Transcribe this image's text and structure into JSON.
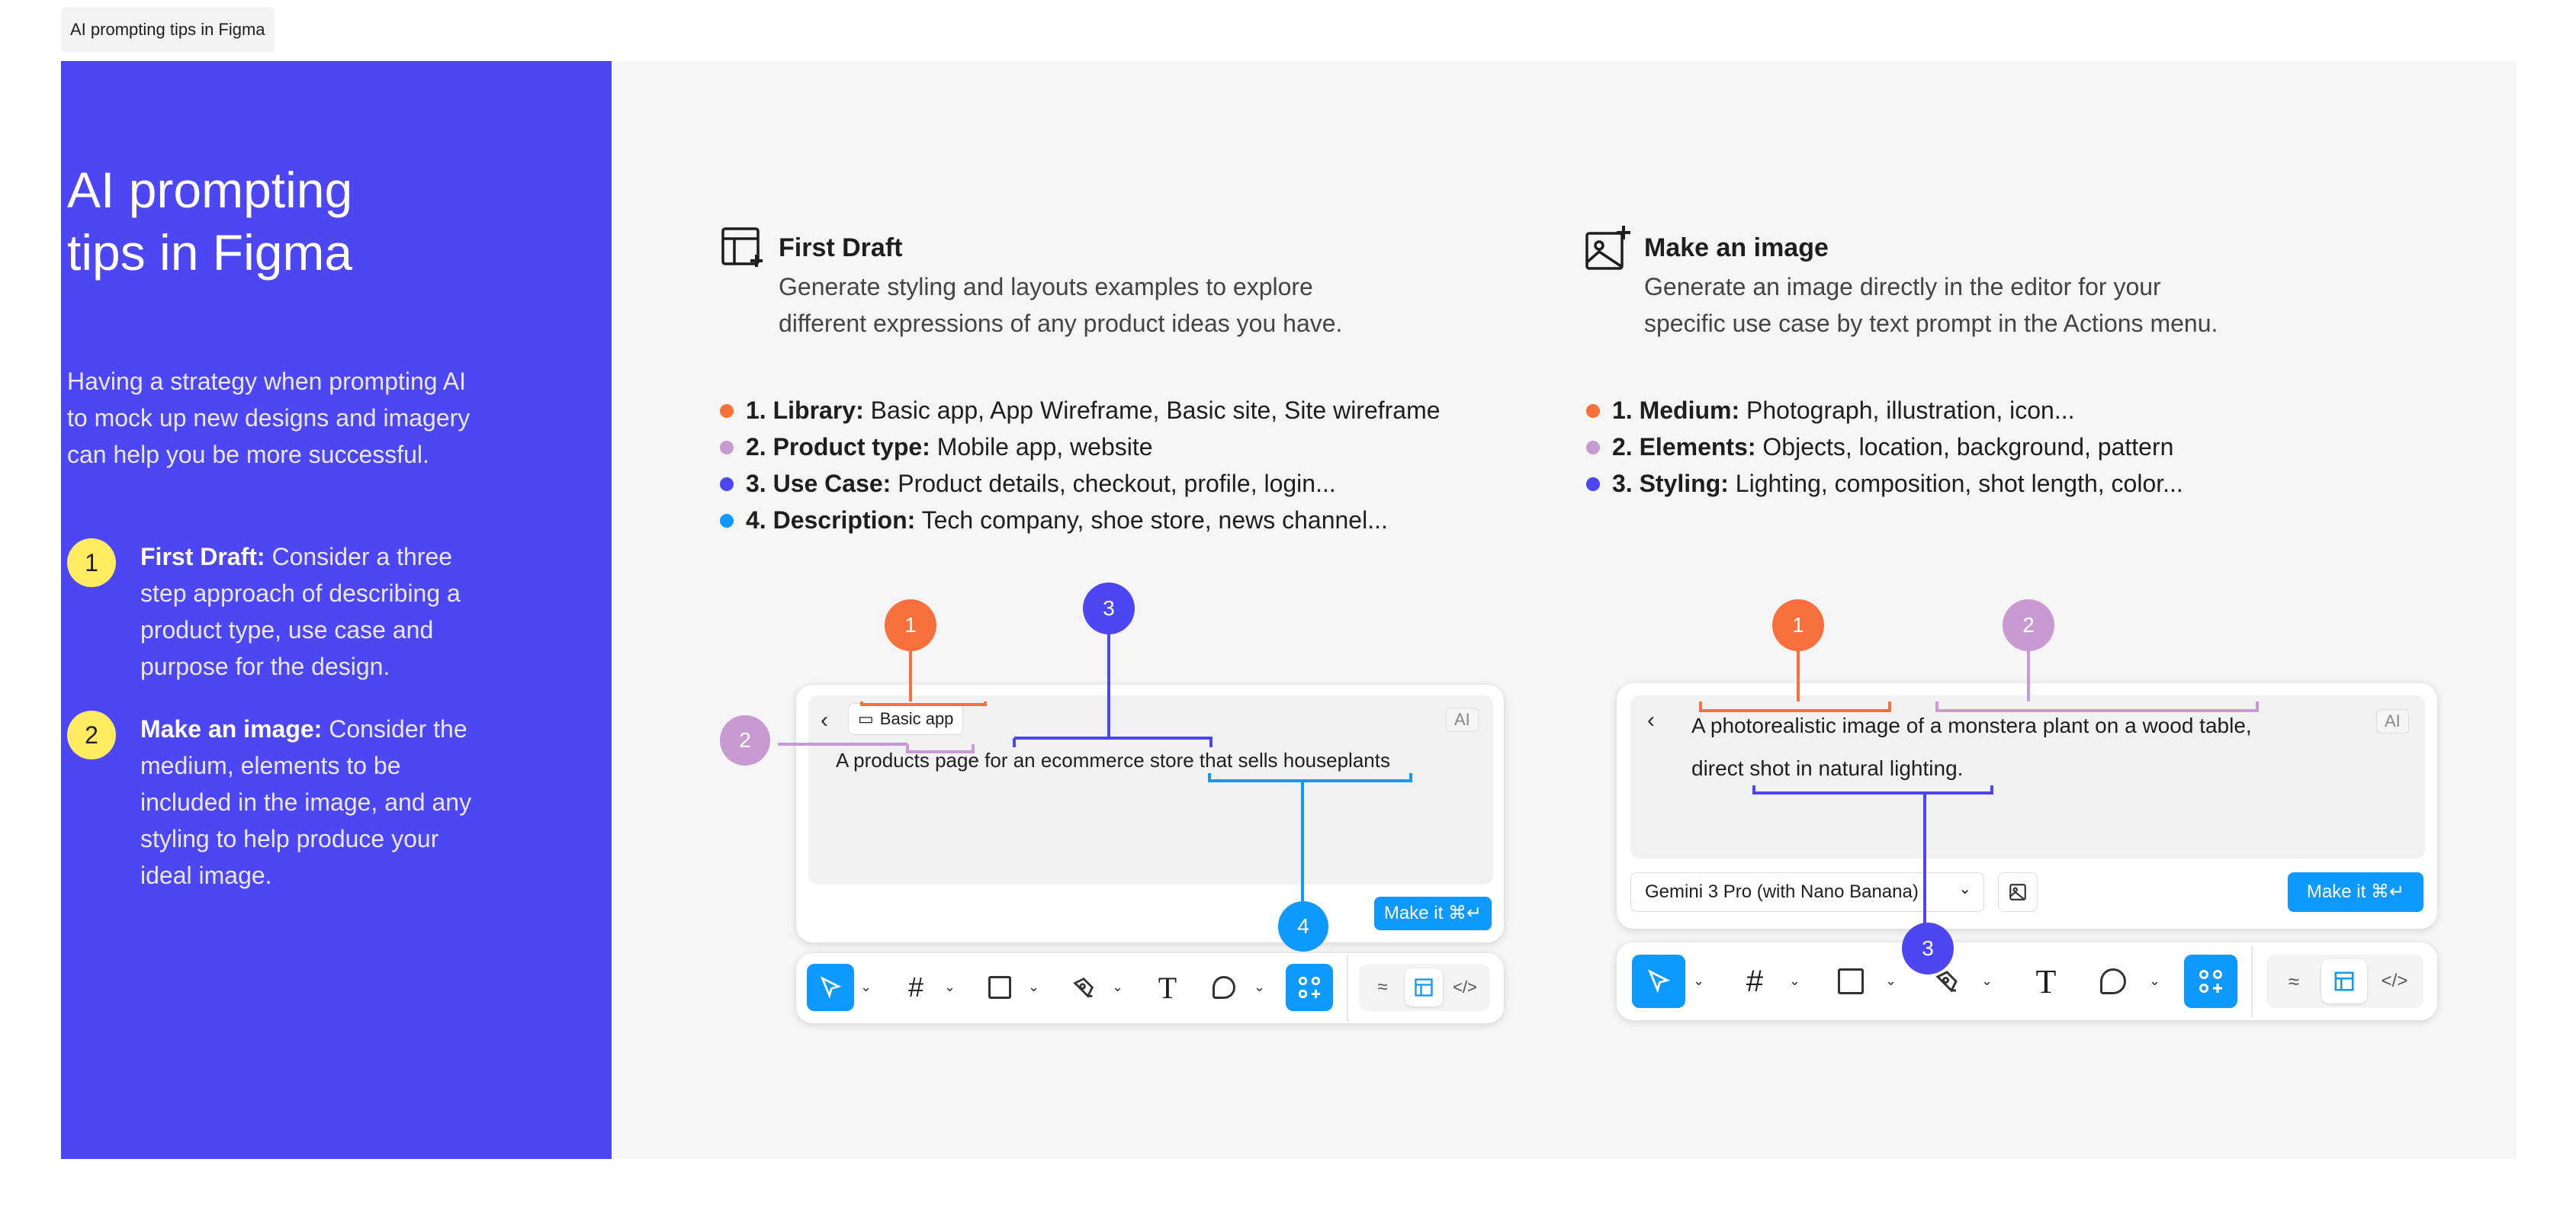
{
  "tag": "AI prompting tips in Figma",
  "sidebar": {
    "title_line1": "AI prompting",
    "title_line2": "tips in Figma",
    "intro": "Having a strategy when prompting AI to mock up new designs and imagery can help you be more successful.",
    "steps": [
      {
        "num": "1",
        "label": "First Draft:",
        "text": " Consider a three step approach of describing a product type, use case and purpose for the design."
      },
      {
        "num": "2",
        "label": "Make an image:",
        "text": " Consider the medium, elements to be included in the image, and any styling to help produce your ideal image."
      }
    ]
  },
  "colors": {
    "orange": "#f8703c",
    "lilac": "#c79ad1",
    "indigo": "#4d46f5",
    "blue": "#0d99ff",
    "yellow": "#ffeb60"
  },
  "first_draft": {
    "icon": "layout-sparkle-icon",
    "title": "First Draft",
    "desc_line1": "Generate styling and layouts examples to explore",
    "desc_line2": "different expressions of any product ideas you have.",
    "items": [
      {
        "label": "1. Library:",
        "text": " Basic app, App Wireframe, Basic site, Site wireframe"
      },
      {
        "label": "2. Product type:",
        "text": " Mobile app, website"
      },
      {
        "label": "3. Use Case:",
        "text": " Product details, checkout, profile, login..."
      },
      {
        "label": "4. Description:",
        "text": " Tech company, shoe store, news channel..."
      }
    ],
    "card": {
      "chip": "Basic app",
      "ai": "AI",
      "prompt": "A products page for an ecommerce store that sells houseplants",
      "make": "Make it ⌘↵"
    },
    "badges": [
      "1",
      "2",
      "3",
      "4"
    ]
  },
  "make_image": {
    "icon": "image-sparkle-icon",
    "title": "Make an image",
    "desc_line1": "Generate an image directly in the editor for your",
    "desc_line2": "specific use case by text prompt in the Actions menu.",
    "items": [
      {
        "label": "1. Medium:",
        "text": " Photograph, illustration, icon..."
      },
      {
        "label": "2. Elements:",
        "text": " Objects, location, background, pattern"
      },
      {
        "label": "3. Styling:",
        "text": " Lighting, composition, shot length, color..."
      }
    ],
    "card": {
      "ai": "AI",
      "prompt_line1": "A photorealistic image of a monstera plant on a wood table,",
      "prompt_line2": "direct shot in natural lighting.",
      "model": "Gemini 3 Pro (with Nano Banana)",
      "make": "Make it ⌘↵"
    },
    "badges": [
      "1",
      "2",
      "3"
    ]
  }
}
